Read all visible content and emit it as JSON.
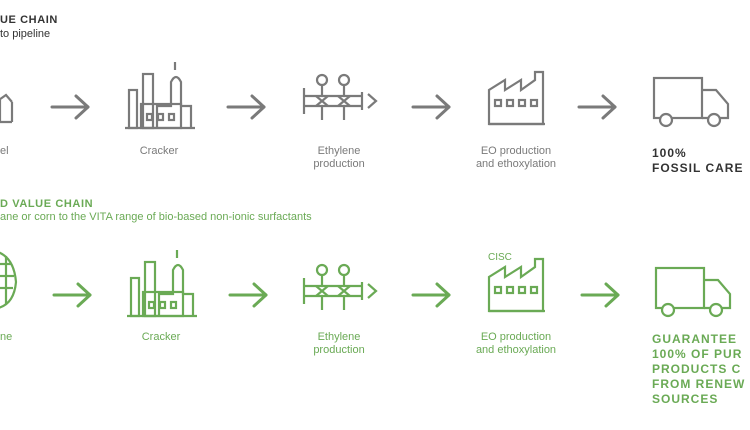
{
  "colors": {
    "grey": "#7a7a7a",
    "green": "#6aaa55",
    "dark": "#333333"
  },
  "fossil": {
    "heading": "UE CHAIN",
    "subheading": "to pipeline",
    "labels": {
      "source": "el",
      "cracker": "Cracker",
      "ethylene_1": "Ethylene",
      "ethylene_2": "production",
      "eo_1": "EO production",
      "eo_2": "and ethoxylation"
    },
    "result_1": "100%",
    "result_2": "FOSSIL CARE"
  },
  "bio": {
    "heading": "D VALUE CHAIN",
    "subheading": "ane or corn to the VITA range of bio-based non-ionic surfactants",
    "labels": {
      "source": "ne",
      "cracker": "Cracker",
      "ethylene_1": "Ethylene",
      "ethylene_2": "production",
      "eo_1": "EO production",
      "eo_2": "and ethoxylation"
    },
    "factory_badge": "CISC",
    "result_lines": [
      "GUARANTEE",
      "100% OF PUR",
      "PRODUCTS C",
      "FROM RENEW",
      "SOURCES"
    ]
  }
}
